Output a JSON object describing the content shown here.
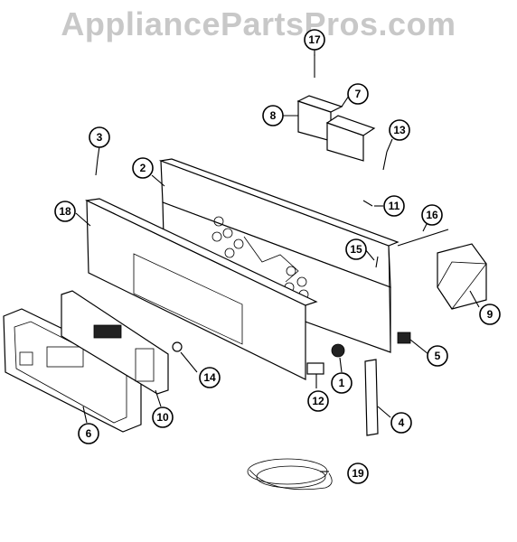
{
  "watermark": "AppliancePartsPros.com",
  "callouts": [
    {
      "label": "17",
      "name": "callout-17"
    },
    {
      "label": "7",
      "name": "callout-7"
    },
    {
      "label": "8",
      "name": "callout-8"
    },
    {
      "label": "13",
      "name": "callout-13"
    },
    {
      "label": "3",
      "name": "callout-3"
    },
    {
      "label": "2",
      "name": "callout-2"
    },
    {
      "label": "11",
      "name": "callout-11"
    },
    {
      "label": "18",
      "name": "callout-18"
    },
    {
      "label": "16",
      "name": "callout-16"
    },
    {
      "label": "15",
      "name": "callout-15"
    },
    {
      "label": "9",
      "name": "callout-9"
    },
    {
      "label": "5",
      "name": "callout-5"
    },
    {
      "label": "14",
      "name": "callout-14"
    },
    {
      "label": "1",
      "name": "callout-1"
    },
    {
      "label": "12",
      "name": "callout-12"
    },
    {
      "label": "10",
      "name": "callout-10"
    },
    {
      "label": "6",
      "name": "callout-6"
    },
    {
      "label": "4",
      "name": "callout-4"
    },
    {
      "label": "19",
      "name": "callout-19"
    }
  ]
}
